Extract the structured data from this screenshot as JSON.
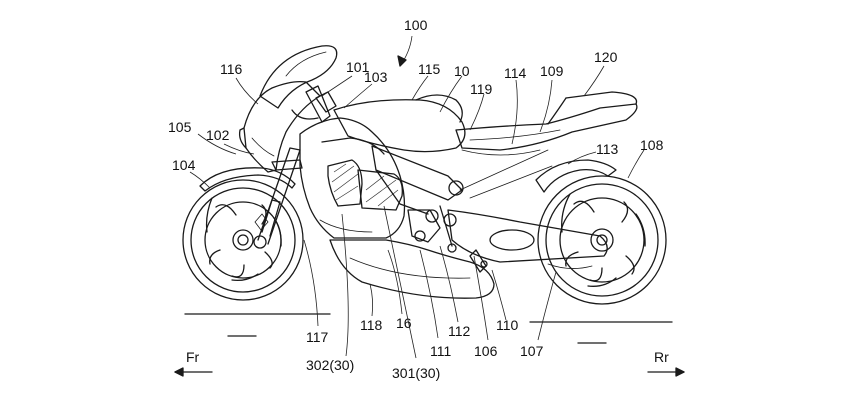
{
  "figure": {
    "assembly_ref": "100",
    "labels": {
      "l116": "116",
      "l101": "101",
      "l103": "103",
      "l115": "115",
      "l10": "10",
      "l114": "114",
      "l109": "109",
      "l120": "120",
      "l119": "119",
      "l105": "105",
      "l102": "102",
      "l104": "104",
      "l113": "113",
      "l108": "108",
      "l117": "117",
      "l118": "118",
      "l16": "16",
      "l112": "112",
      "l111": "111",
      "l106": "106",
      "l110": "110",
      "l107": "107",
      "l302": "302(30)",
      "l301": "301(30)"
    },
    "direction_front": "Fr",
    "direction_rear": "Rr"
  },
  "colors": {
    "line": "#1a1a1a",
    "background": "#ffffff"
  }
}
